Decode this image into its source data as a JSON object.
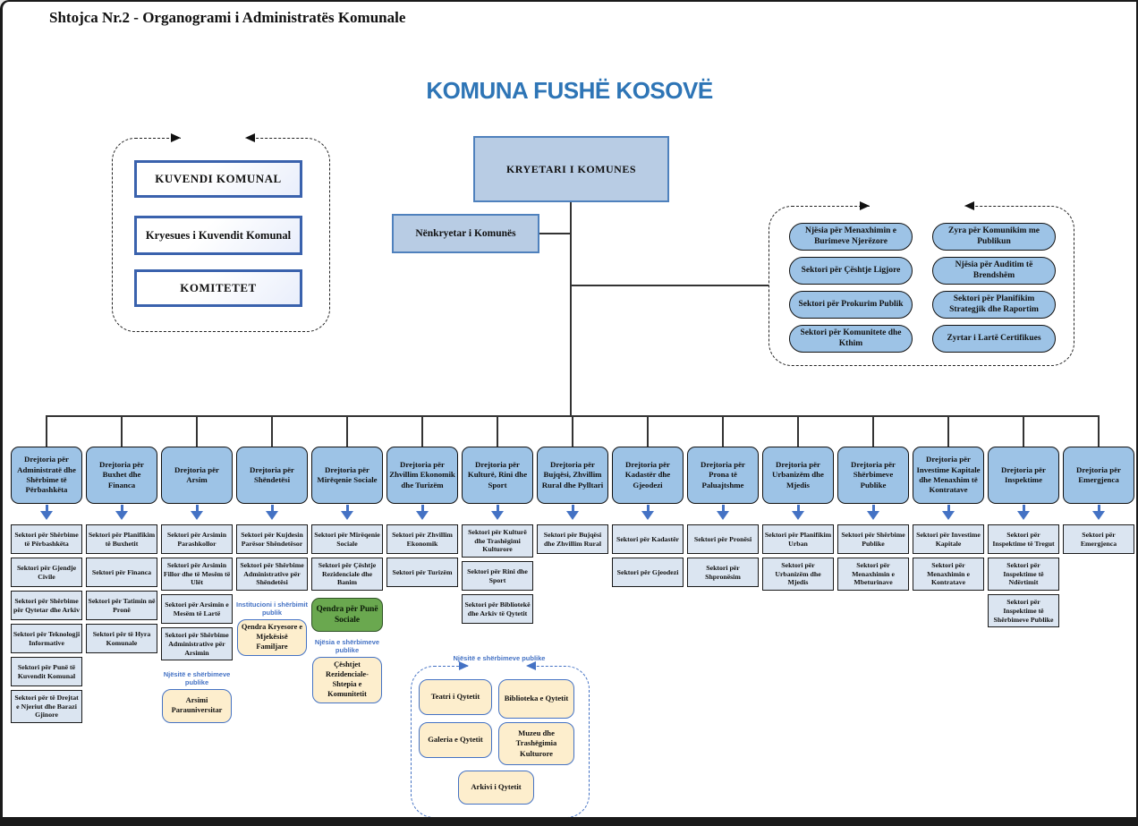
{
  "page": {
    "header": "Shtojca Nr.2 - Organogrami i Administratës Komunale",
    "title": "KOMUNA FUSHË KOSOVË"
  },
  "assembly": {
    "boxes": [
      "KUVENDI KOMUNAL",
      "Kryesues i Kuvendit Komunal",
      "KOMITETET"
    ]
  },
  "mayor": "KRYETARI I KOMUNES",
  "deputy": "Nënkryetar i Komunës",
  "staff": {
    "left": [
      "Njësia për Menaxhimin e Burimeve Njerëzore",
      "Sektori për Çështje Ligjore",
      "Sektori për Prokurim Publik",
      "Sektori për Komunitete dhe Kthim"
    ],
    "right": [
      "Zyra për Komunikim me Publikun",
      "Njësia për Auditim të Brendshëm",
      "Sektori për Planifikim Strategjik dhe Raportim",
      "Zyrtar i Lartë Certifikues"
    ]
  },
  "columns": [
    {
      "directorate": "Drejtoria për Administratë dhe Shërbime të Përbashkëta",
      "sectors": [
        "Sektori për Shërbime të Përbashkëta",
        "Sektori për Gjendje Civile",
        "Sektori për Shërbime për Qytetar dhe Arkiv",
        "Sektori për Teknologji Informative",
        "Sektori për Punë të Kuvendit Komunal",
        "Sektori për të Drejtat e Njeriut dhe Barazi Gjinore"
      ]
    },
    {
      "directorate": "Drejtoria për Buxhet dhe Financa",
      "sectors": [
        "Sektori për Planifikim të Buxhetit",
        "Sektori për Financa",
        "Sektori për Tatimin në Pronë",
        "Sektori për të Hyra Komunale"
      ]
    },
    {
      "directorate": "Drejtoria për Arsim",
      "sectors": [
        "Sektori për Arsimin Parashkollor",
        "Sektori për Arsimin Fillor dhe të Mesëm të Ulët",
        "Sektori për Arsimin e Mesëm të Lartë",
        "Sektori për Shërbime Administrative për Arsimin"
      ],
      "extras": [
        {
          "type": "label",
          "text": "Njësitë e shërbimeve publike"
        },
        {
          "type": "unit",
          "text": "Arsimi Parauniversitar"
        }
      ]
    },
    {
      "directorate": "Drejtoria për Shëndetësi",
      "sectors": [
        "Sektori për Kujdesin Parësor Shëndetësor",
        "Sektori për Shërbime Administrative për Shëndetësi"
      ],
      "extras": [
        {
          "type": "label",
          "text": "Institucioni i shërbimit publik"
        },
        {
          "type": "unit",
          "text": "Qendra Kryesore e Mjekësisë Familjare"
        }
      ]
    },
    {
      "directorate": "Drejtoria për Mirëqenie Sociale",
      "sectors": [
        "Sektori për Mirëqenie Sociale",
        "Sektori për Çështje Rezidenciale dhe Banim"
      ],
      "extras": [
        {
          "type": "green",
          "text": "Qendra për Punë Sociale"
        },
        {
          "type": "label",
          "text": "Njësia e shërbimeve publike"
        },
        {
          "type": "unit",
          "text": "Çështjet Rezidenciale- Shtepia e Komunitetit"
        }
      ]
    },
    {
      "directorate": "Drejtoria për Zhvillim Ekonomik dhe Turizëm",
      "sectors": [
        "Sektori për Zhvillim Ekonomik",
        "Sektori për Turizëm"
      ]
    },
    {
      "directorate": "Drejtoria për Kulturë, Rini dhe Sport",
      "sectors": [
        "Sektori për Kulturë dhe Trashëgimi Kulturore",
        "Sektori për Rini dhe Sport",
        "Sektori për Bibliotekë dhe Arkiv të Qytetit"
      ]
    },
    {
      "directorate": "Drejtoria për Bujqësi, Zhvillim Rural dhe Pylltari",
      "sectors": [
        "Sektori për Bujqësi dhe Zhvillim Rural"
      ]
    },
    {
      "directorate": "Drejtoria për Kadastër dhe Gjeodezi",
      "sectors": [
        "Sektori për Kadastër",
        "Sektori për Gjeodezi"
      ]
    },
    {
      "directorate": "Drejtoria për Prona të Paluajtshme",
      "sectors": [
        "Sektori për Pronësi",
        "Sektori për Shpronësim"
      ]
    },
    {
      "directorate": "Drejtoria për Urbanizëm dhe Mjedis",
      "sectors": [
        "Sektori për Planifikim Urban",
        "Sektori për Urbanizëm dhe Mjedis"
      ]
    },
    {
      "directorate": "Drejtoria për Shërbimeve Publike",
      "sectors": [
        "Sektori për Shërbime Publike",
        "Sektori për Menaxhimin e Mbeturinave"
      ]
    },
    {
      "directorate": "Drejtoria për Investime Kapitale dhe Menaxhim të Kontratave",
      "sectors": [
        "Sektori për Investime Kapitale",
        "Sektori për Menaxhimin e Kontratave"
      ]
    },
    {
      "directorate": "Drejtoria për Inspektime",
      "sectors": [
        "Sektori për Inspektime të Tregut",
        "Sektori për Inspektime të Ndërtimit",
        "Sektori për Inspektime të Shërbimeve Publike"
      ]
    },
    {
      "directorate": "Drejtoria për Emergjenca",
      "sectors": [
        "Sektori për Emergjenca"
      ]
    }
  ],
  "culture": {
    "label": "Njësitë e shërbimeve publike",
    "units": [
      "Teatri i Qytetit",
      "Biblioteka e Qytetit",
      "Galeria e Qytetit",
      "Muzeu dhe Trashëgimia Kulturore",
      "Arkivi i Qytetit"
    ]
  },
  "colors": {
    "title_blue": "#2e75b6",
    "node_blue": "#9dc3e6",
    "sector_blue": "#dbe5f1",
    "exec_blue": "#b8cce4",
    "cream": "#fdeecd",
    "green": "#6aa84f",
    "label_blue": "#4472c4"
  }
}
